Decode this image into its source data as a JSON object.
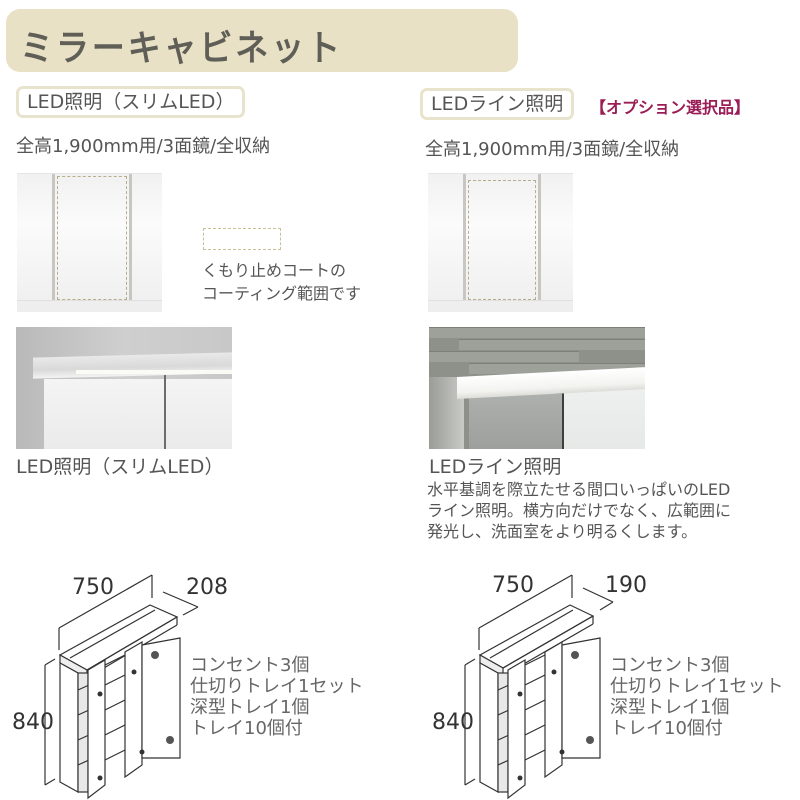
{
  "title": "ミラーキャビネット",
  "left": {
    "tag": "LED照明（スリムLED）",
    "spec": "全高1,900mm用/3面鏡/全収納",
    "coating_note": [
      "くもり止めコートの",
      "コーティング範囲です"
    ],
    "photo_caption": "LED照明（スリムLED）",
    "diagram": {
      "width": "750",
      "depth": "208",
      "height": "840",
      "features": [
        "コンセント3個",
        "仕切りトレイ1セット",
        "深型トレイ1個",
        "トレイ10個付"
      ]
    }
  },
  "right": {
    "tag": "LEDライン照明",
    "option_label": "【オプション選択品】",
    "spec": "全高1,900mm用/3面鏡/全収納",
    "photo_caption": "LEDライン照明",
    "description": [
      "水平基調を際立たせる間口いっぱいのLED",
      "ライン照明。横方向だけでなく、広範囲に",
      "発光し、洗面室をより明るくします。"
    ],
    "diagram": {
      "width": "750",
      "depth": "190",
      "height": "840",
      "features": [
        "コンセント3個",
        "仕切りトレイ1セット",
        "深型トレイ1個",
        "トレイ10個付"
      ]
    }
  },
  "colors": {
    "title_bg": "#e8e1c5",
    "title_text": "#5f5f57",
    "tag_border": "#e7e3cc",
    "option_accent": "#9b1d55",
    "body_text": "#555555"
  }
}
